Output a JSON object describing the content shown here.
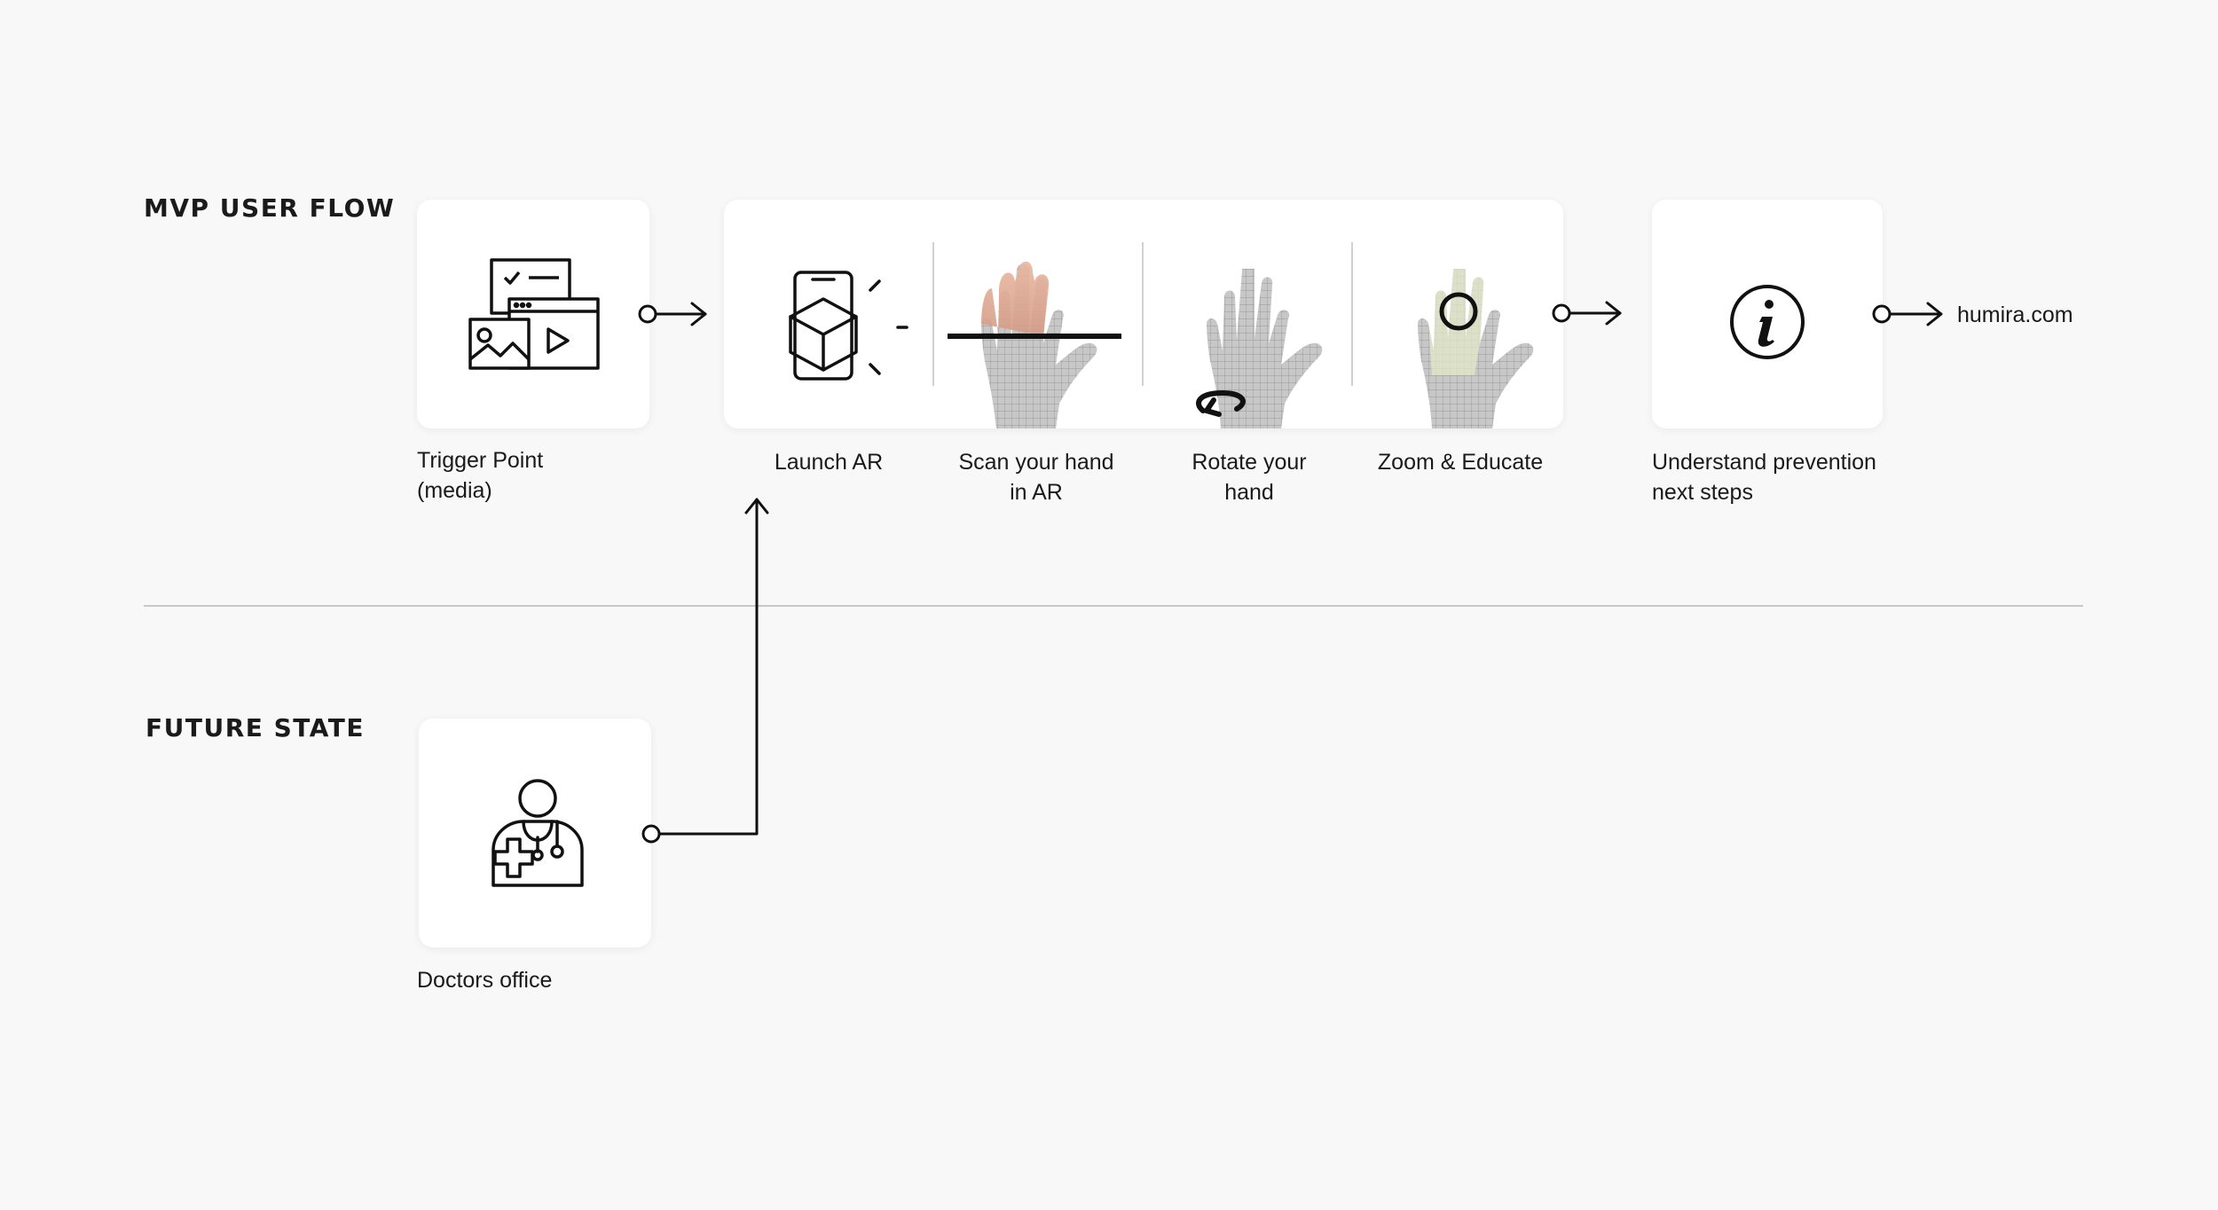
{
  "mvp_section": {
    "title": "MVP USER FLOW",
    "steps": {
      "trigger": [
        "Trigger Point",
        "(media)"
      ],
      "launch": [
        "Launch AR"
      ],
      "scan": [
        "Scan your hand",
        "in AR"
      ],
      "rotate": [
        "Rotate your",
        "hand"
      ],
      "zoom": [
        "Zoom & Educate"
      ],
      "understand": [
        "Understand prevention",
        "next steps"
      ]
    },
    "destination": "humira.com"
  },
  "future_section": {
    "title": "FUTURE STATE",
    "steps": {
      "doctors": [
        "Doctors office"
      ]
    }
  },
  "icons": [
    "media-collage-icon",
    "phone-ar-icon",
    "hand-scan-icon",
    "hand-rotate-icon",
    "hand-zoom-icon",
    "info-icon",
    "doctor-icon"
  ]
}
